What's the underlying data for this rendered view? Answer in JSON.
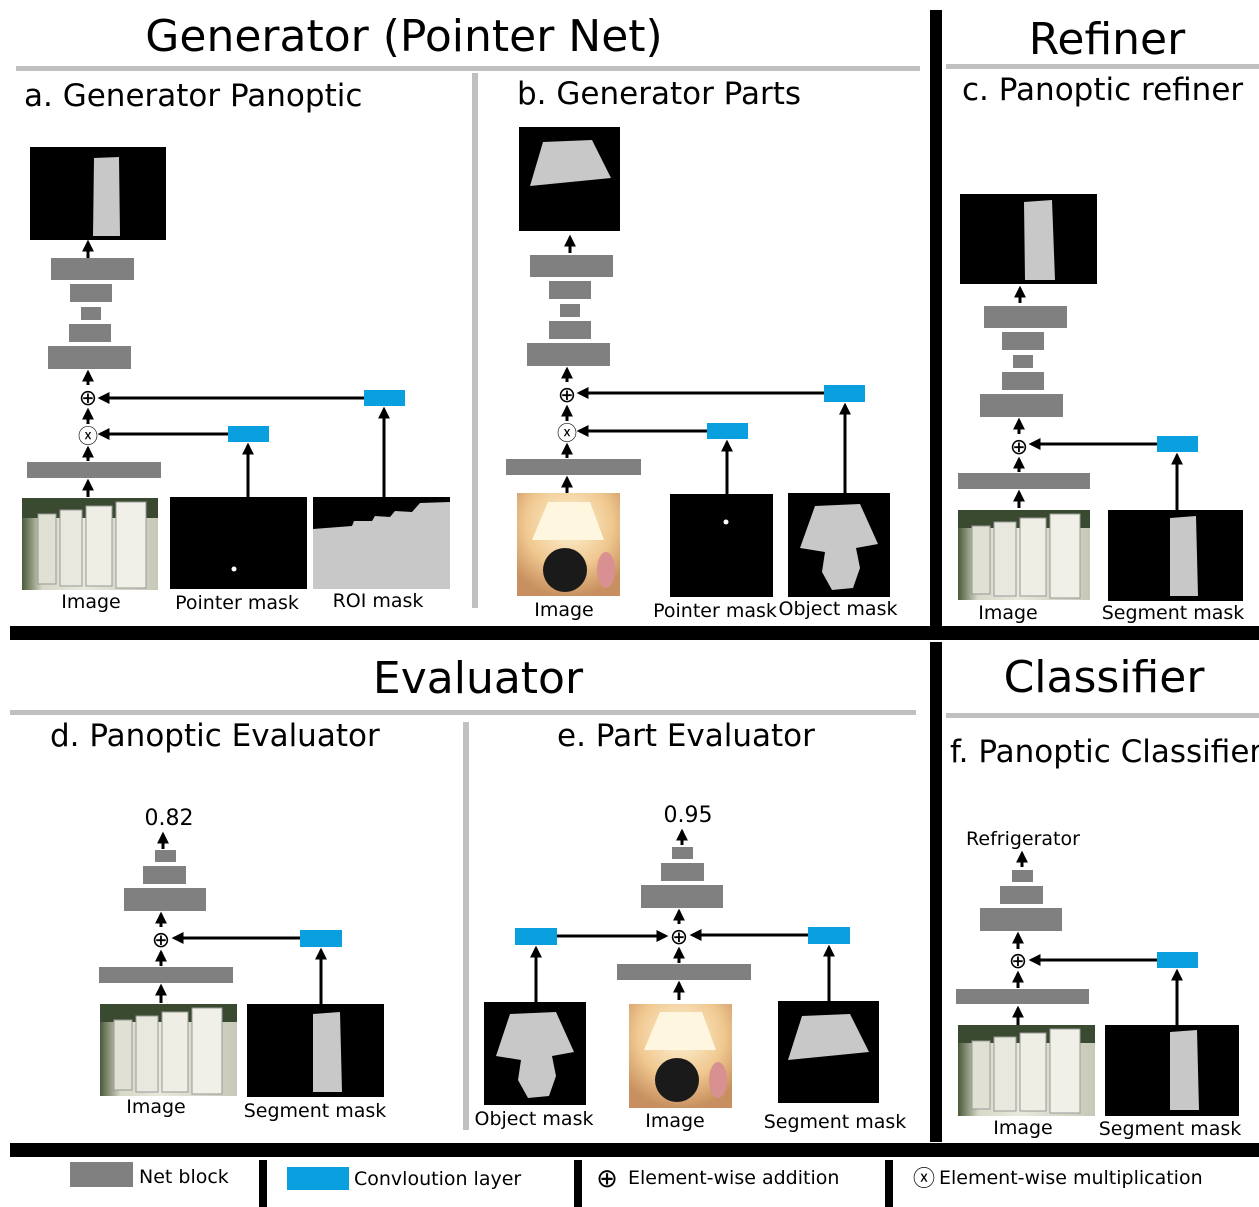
{
  "sections": {
    "generator": "Generator (Pointer Net)",
    "refiner": "Refiner",
    "evaluator": "Evaluator",
    "classifier": "Classifier"
  },
  "panels": {
    "a": {
      "title": "a. Generator Panoptic",
      "inputs": [
        "Image",
        "Pointer mask",
        "ROI mask"
      ]
    },
    "b": {
      "title": "b. Generator Parts",
      "inputs": [
        "Image",
        "Pointer mask",
        "Object mask"
      ]
    },
    "c": {
      "title": "c. Panoptic refiner",
      "inputs": [
        "Image",
        "Segment mask"
      ]
    },
    "d": {
      "title": "d. Panoptic Evaluator",
      "inputs": [
        "Image",
        "Segment mask"
      ],
      "output": "0.82"
    },
    "e": {
      "title": "e. Part Evaluator",
      "inputs": [
        "Object mask",
        "Image",
        "Segment mask"
      ],
      "output": "0.95"
    },
    "f": {
      "title": "f. Panoptic Classifier",
      "inputs": [
        "Image",
        "Segment mask"
      ],
      "output": "Refrigerator"
    }
  },
  "legend": {
    "net_block": "Net block",
    "conv_layer": "Convloution layer",
    "add_symbol": "⊕",
    "add": "Element-wise addition",
    "mult_symbol": "ⓧ",
    "mult": "Element-wise multiplication"
  },
  "symbols": {
    "add": "⊕",
    "mult": "ⓧ"
  },
  "colors": {
    "net_block": "#808080",
    "conv_layer": "#0aa0e0",
    "mask_fg": "#c8c8c8",
    "mask_bg": "#000000"
  }
}
